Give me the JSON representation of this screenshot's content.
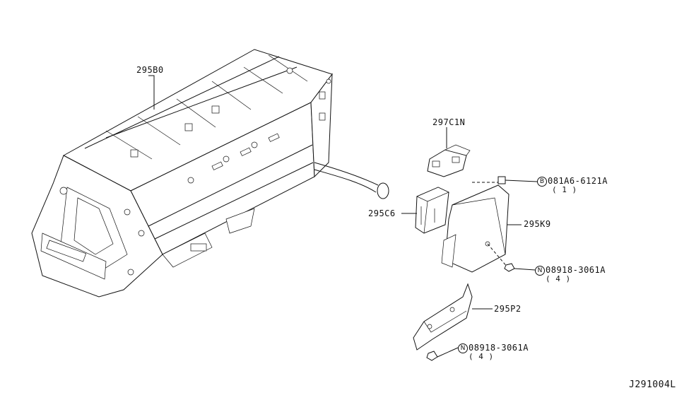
{
  "diagram": {
    "parts": {
      "p295b0": "295B0",
      "p297c1n": "297C1N",
      "p295c6": "295C6",
      "p295k9": "295K9",
      "p295p2": "295P2"
    },
    "fasteners": {
      "bolt": {
        "symbol": "B",
        "part": "081A6-6121A",
        "qty": "( 1 )"
      },
      "nut_upper": {
        "symbol": "N",
        "part": "08918-3061A",
        "qty": "( 4 )"
      },
      "nut_lower": {
        "symbol": "N",
        "part": "08918-3061A",
        "qty": "( 4 )"
      }
    },
    "drawing_id": "J291004L"
  }
}
